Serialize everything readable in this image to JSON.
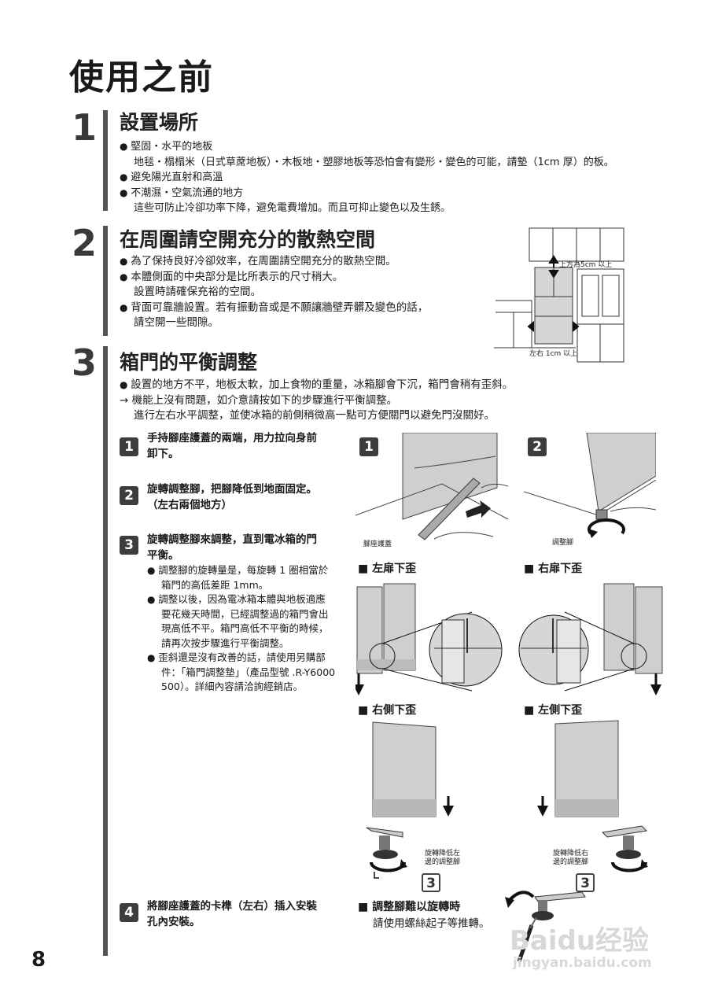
{
  "page_title": "使用之前",
  "page_number": "8",
  "sections": [
    {
      "number": "1",
      "title": "設置場所",
      "lines": [
        "堅固・水平的地板",
        "地毯・榻榻米（日式草蓆地板）・木板地・塑膠地板等恐怕會有變形・變色的可能，請墊（1cm 厚）的板。",
        "避免陽光直射和高溫",
        "不潮濕・空氣流通的地方",
        "這些可防止冷卻功率下降，避免電費增加。而且可抑止變色以及生銹。"
      ]
    },
    {
      "number": "2",
      "title": "在周圍請空開充分的散熱空間",
      "lines": [
        "為了保持良好冷卻效率，在周圍請空開充分的散熱空間。",
        "本體側面的中央部分是比所表示的尺寸稍大。",
        "設置時請確保充裕的空間。",
        "背面可靠牆設置。若有振動音或是不願讓牆壁弄髒及變色的話，",
        "請空開一些間隙。"
      ],
      "diagram_labels": [
        "上方為5cm 以上",
        "左右 1cm 以上"
      ]
    },
    {
      "number": "3",
      "title": "箱門的平衡調整",
      "lines": [
        "設置的地方不平，地板太軟，加上食物的重量，冰箱腳會下沉，箱門會稍有歪斜。",
        "→ 機能上沒有問題，如介意請按如下的步驟進行平衡調整。",
        "進行左右水平調整，並使冰箱的前側稍微高一點可方便關門以避免門沒關好。"
      ]
    }
  ],
  "steps": [
    {
      "num": "1",
      "lines": [
        "手持腳座護蓋的兩端，用力拉向身前",
        "卸下。"
      ]
    },
    {
      "num": "2",
      "lines": [
        "旋轉調整腳，把腳降低到地面固定。",
        "（左右兩個地方）"
      ]
    },
    {
      "num": "3",
      "lines": [
        "旋轉調整腳來調整，直到電冰箱的門",
        "平衡。"
      ],
      "sub": [
        "調整腳的旋轉量是，每旋轉 1 圈相當於",
        "箱門的高低差距 1mm。",
        "調整以後，因為電冰箱本體與地板適應",
        "要花幾天時間，已經調整過的箱門會出",
        "現高低不平。箱門高低不平衡的時候，",
        "請再次按步驟進行平衡調整。",
        "歪斜還是沒有改善的話，請使用另購部",
        "件：「箱門調整墊」（產品型號 .R-Y6000",
        "500）。詳細內容請洽詢經銷店。"
      ]
    },
    {
      "num": "4",
      "lines": [
        "將腳座護蓋的卡榫（左右）插入安裝",
        "孔內安裝。"
      ]
    }
  ],
  "figures": {
    "fig1_label": "1",
    "fig2_label": "2",
    "fig1_caption": "腳座護蓋",
    "fig2_caption": "調整腳",
    "cap_left_door": "左扉下歪",
    "cap_right_door": "右扉下歪",
    "cap_right_side": "右側下歪",
    "cap_left_side": "左側下歪",
    "rot_left_label": [
      "旋轉降低左",
      "邊的調整腳"
    ],
    "rot_right_label": [
      "旋轉降低右",
      "邊的調整腳"
    ],
    "step3_tag": "3",
    "hard_title": "調整腳難以旋轉時",
    "hard_text": "請使用螺絲起子等推轉。"
  },
  "watermark": {
    "brand": "Baidu经验",
    "url": "jingyan.baidu.com"
  }
}
